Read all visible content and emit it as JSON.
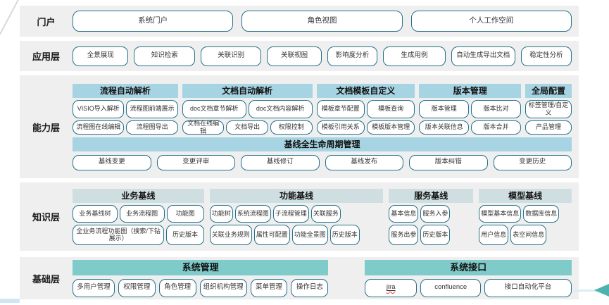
{
  "portal": {
    "label": "门户",
    "items": [
      "系统门户",
      "角色视图",
      "个人工作空间"
    ]
  },
  "application": {
    "label": "应用层",
    "items": [
      "全景展现",
      "知识检索",
      "关联识别",
      "关联视图",
      "影响度分析",
      "生成用例",
      "自动生成导出文档",
      "稳定性分析"
    ]
  },
  "capability": {
    "label": "能力层",
    "groups": [
      {
        "title": "流程自动解析",
        "row1": [
          "VISIO导入解析",
          "流程图前端展示"
        ],
        "row2": [
          "流程图在线编辑",
          "流程图导出"
        ]
      },
      {
        "title": "文档自动解析",
        "row1": [
          "doc文档章节解析",
          "doc文档内容解析"
        ],
        "row2": [
          "文档在线编辑",
          "文档导出",
          "权限控制"
        ]
      },
      {
        "title": "文档模板自定义",
        "row1": [
          "模板章节配置",
          "模板查询"
        ],
        "row2": [
          "模板引用关系",
          "模板版本管理"
        ]
      },
      {
        "title": "版本管理",
        "row1": [
          "版本管理",
          "版本比对"
        ],
        "row2": [
          "版本关联信息",
          "版本合并"
        ]
      },
      {
        "title": "全局配置",
        "row1": [
          "标签管理/自定义"
        ],
        "row2": [
          "产品管理"
        ]
      }
    ],
    "baseline": {
      "title": "基线全生命周期管理",
      "items": [
        "基线变更",
        "变更评审",
        "基线修订",
        "基线发布",
        "版本纠错",
        "变更历史"
      ]
    }
  },
  "knowledge": {
    "label": "知识层",
    "groups": [
      {
        "title": "业务基线",
        "row1": [
          "业务基线树",
          "业务流程图",
          "功能图"
        ],
        "row2": [
          "全业务流程功能图（搜索/下钻展示）",
          "历史版本"
        ]
      },
      {
        "title": "功能基线",
        "row1": [
          "功能树",
          "系统流程图",
          "子流程管理",
          "关联服务"
        ],
        "row2": [
          "关联业务规则",
          "属性可配置",
          "功能全景图",
          "历史版本"
        ]
      },
      {
        "title": "服务基线",
        "row1": [
          "基本信息",
          "服务入参"
        ],
        "row2": [
          "服务出参",
          "历史版本"
        ]
      },
      {
        "title": "模型基线",
        "row1": [
          "模型基本信息",
          "数据库信息"
        ],
        "row2": [
          "用户信息",
          "表空间信息"
        ]
      }
    ]
  },
  "base": {
    "label": "基础层",
    "sections": [
      {
        "title": "系统管理",
        "items": [
          "多用户管理",
          "权限管理",
          "角色管理",
          "组织机构管理",
          "菜单管理",
          "操作日志"
        ]
      },
      {
        "title": "系统接口",
        "items": [
          "jira",
          "confluence",
          "接口自动化平台"
        ]
      }
    ]
  },
  "colors": {
    "row_bg": "#efefef",
    "blue_header": "#a6d4e3",
    "pale_header": "#cfdfe1",
    "teal_header": "#7fcbc9",
    "button_border": "#25708a",
    "arrow": "#4cb3ae",
    "spellcheck_red": "#e23b2e"
  }
}
